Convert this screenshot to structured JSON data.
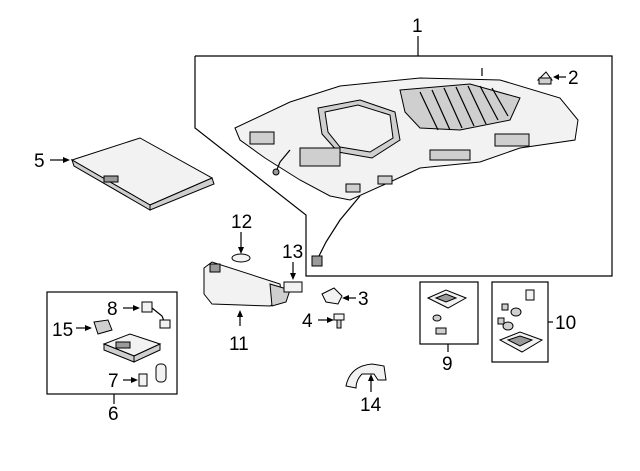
{
  "callouts": [
    {
      "id": "1",
      "label": "1"
    },
    {
      "id": "2",
      "label": "2"
    },
    {
      "id": "3",
      "label": "3"
    },
    {
      "id": "4",
      "label": "4"
    },
    {
      "id": "5",
      "label": "5"
    },
    {
      "id": "6",
      "label": "6"
    },
    {
      "id": "7",
      "label": "7"
    },
    {
      "id": "8",
      "label": "8"
    },
    {
      "id": "9",
      "label": "9"
    },
    {
      "id": "10",
      "label": "10"
    },
    {
      "id": "11",
      "label": "11"
    },
    {
      "id": "12",
      "label": "12"
    },
    {
      "id": "13",
      "label": "13"
    },
    {
      "id": "14",
      "label": "14"
    },
    {
      "id": "15",
      "label": "15"
    }
  ],
  "colors": {
    "line": "#000000",
    "part_fill": "#f2f2f2",
    "part_shade": "#9a9a9a",
    "background": "#ffffff"
  }
}
